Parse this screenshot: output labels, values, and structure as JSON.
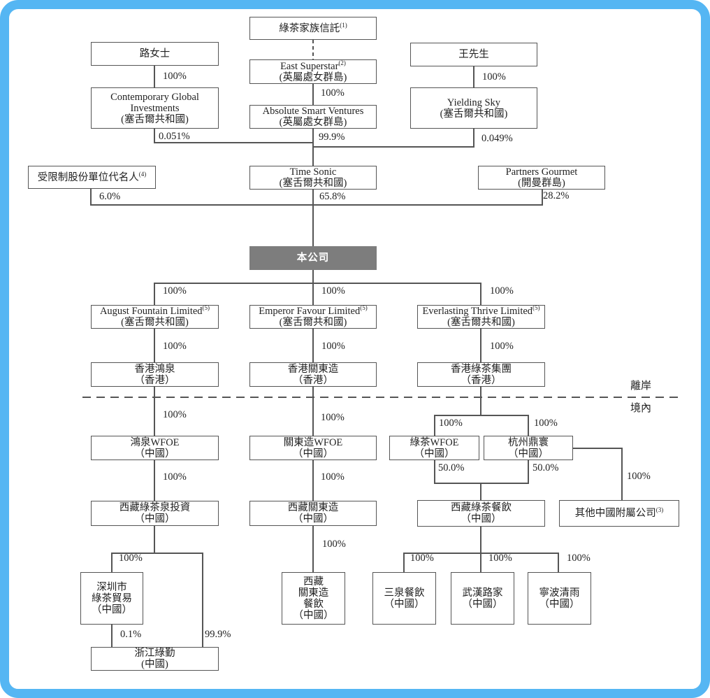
{
  "frame": {
    "border_color": "#55b6f3"
  },
  "regions": {
    "offshore": "離岸",
    "onshore": "境內"
  },
  "nodes": {
    "trust": {
      "name": "綠茶家族信託",
      "sup": "(1)"
    },
    "ms_lu": {
      "name": "路女士"
    },
    "mr_wang": {
      "name": "王先生"
    },
    "east_superstar": {
      "name": "East Superstar",
      "sup": "(2)",
      "loc": "(英屬處女群島)"
    },
    "cgi": {
      "name": [
        "Contemporary Global",
        "Investments"
      ],
      "loc": "(塞舌爾共和國)"
    },
    "asv": {
      "name": "Absolute Smart Ventures",
      "loc": "(英屬處女群島)"
    },
    "yielding_sky": {
      "name": "Yielding Sky",
      "loc": "(塞舌爾共和國)"
    },
    "rsu_nominee": {
      "name": "受限制股份單位代名人",
      "sup": "(4)"
    },
    "time_sonic": {
      "name": "Time Sonic",
      "loc": "(塞舌爾共和國)"
    },
    "partners_gourmet": {
      "name": "Partners Gourmet",
      "loc": "(開曼群島)"
    },
    "company": {
      "name": "本公司"
    },
    "august_fountain": {
      "name": "August Fountain Limited",
      "sup": "(5)",
      "loc": "(塞舌爾共和國)"
    },
    "emperor_favour": {
      "name": "Emperor Favour Limited",
      "sup": "(5)",
      "loc": "(塞舌爾共和國)"
    },
    "everlasting_thrive": {
      "name": "Everlasting Thrive Limited",
      "sup": "(5)",
      "loc": "(塞舌爾共和國)"
    },
    "hk_hongquan": {
      "name": "香港鴻泉",
      "loc": "（香港）"
    },
    "hk_guandongzao": {
      "name": "香港關東造",
      "loc": "（香港）"
    },
    "hk_greentea": {
      "name": "香港綠茶集團",
      "loc": "（香港）"
    },
    "hongquan_wfoe": {
      "name": "鴻泉WFOE",
      "loc": "（中國）"
    },
    "guandongzao_wfoe": {
      "name": "關東造WFOE",
      "loc": "（中國）"
    },
    "greentea_wfoe": {
      "name": "綠茶WFOE",
      "loc": "（中國）"
    },
    "hangzhou_dinghuan": {
      "name": "杭州鼎寰",
      "loc": "（中國）"
    },
    "tibet_greentea_spring_inv": {
      "name": "西藏綠茶泉投資",
      "loc": "（中國）"
    },
    "tibet_guandongzao": {
      "name": "西藏關東造",
      "loc": "（中國）"
    },
    "tibet_greentea_catering": {
      "name": "西藏綠茶餐飲",
      "loc": "（中國）"
    },
    "other_prc_subsidiaries": {
      "name": "其他中國附屬公司",
      "sup": "(3)"
    },
    "shenzhen_greentea_trading": {
      "name": [
        "深圳市",
        "綠茶貿易"
      ],
      "loc": "（中國）"
    },
    "tibet_guandongzao_catering": {
      "name": [
        "西藏",
        "關東造",
        "餐飲"
      ],
      "loc": "（中國）"
    },
    "sanquan_catering": {
      "name": "三泉餐飲",
      "loc": "（中國）"
    },
    "wuhan_lujia": {
      "name": "武漢路家",
      "loc": "（中國）"
    },
    "ningbo_qingyu": {
      "name": "寧波清雨",
      "loc": "（中國）"
    },
    "zhejiang_lvqin": {
      "name": "浙江綠勤",
      "loc": "(中國)"
    }
  },
  "ownership": {
    "lu_to_cgi": "100%",
    "es_to_asv": "100%",
    "wang_to_ys": "100%",
    "cgi_stake": "0.051%",
    "asv_stake": "99.9%",
    "ys_stake": "0.049%",
    "rsu_stake": "6.0%",
    "ts_stake": "65.8%",
    "pg_stake": "28.2%",
    "co_to_afl": "100%",
    "co_to_efl": "100%",
    "co_to_etl": "100%",
    "afl_to_hkhq": "100%",
    "efl_to_hkkd": "100%",
    "etl_to_hklc": "100%",
    "hkhq_to_wfoe": "100%",
    "hkkd_to_wfoe": "100%",
    "hklc_to_ltwfoe": "100%",
    "hklc_to_hzdh": "100%",
    "hqwfoe_to_inv": "100%",
    "kdwfoe_to_xzkd": "100%",
    "ltwfoe_to_catering": "50.0%",
    "hzdh_to_catering": "50.0%",
    "hzdh_to_other": "100%",
    "inv_to_sz": "100%",
    "xzkd_to_kdcatering": "100%",
    "catering_to_sq": "100%",
    "catering_to_wh": "100%",
    "catering_to_nb": "100%",
    "sz_to_zjlq": "0.1%",
    "inv_to_zjlq": "99.9%"
  }
}
